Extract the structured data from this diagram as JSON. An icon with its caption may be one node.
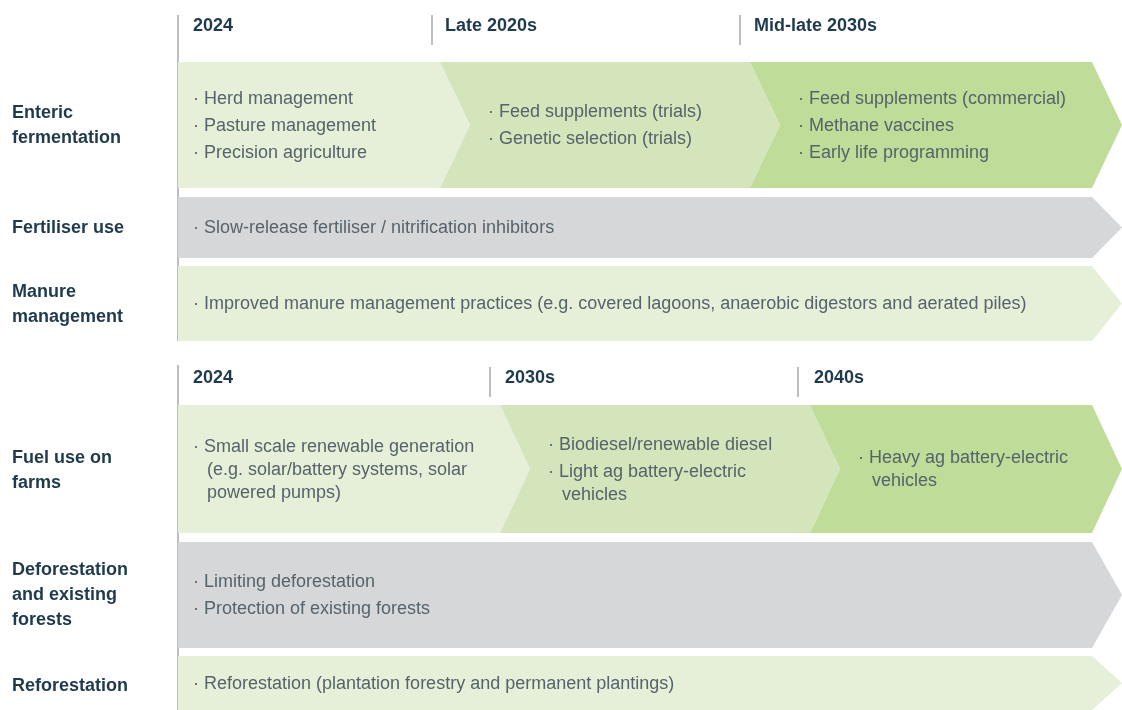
{
  "diagram": {
    "nodes": [
      {
        "text": [
          "· Herd management",
          "· Pasture management",
          "· Precision agriculture"
        ]
      },
      {
        "text": [
          "· Feed supplements (trials)",
          "· Genetic selection (trials)"
        ]
      },
      {
        "text": [
          "· Feed supplements (commercial)",
          "· Methane vaccines",
          "· Early life programming"
        ]
      },
      {
        "text": [
          "· Slow-release fertiliser / nitrification inhibitors"
        ]
      },
      {
        "text": [
          "· Improved manure management practices (e.g. covered lagoons, anaerobic digestors and aerated piles)"
        ]
      },
      {
        "text": [
          "· Small scale renewable generation (e.g. solar/battery systems, solar powered pumps)"
        ]
      },
      {
        "text": [
          "· Biodiesel/renewable diesel",
          "· Light ag battery-electric vehicles"
        ]
      },
      {
        "text": [
          "· Heavy ag battery-electric vehicles"
        ]
      },
      {
        "text": [
          "· Limiting deforestation",
          "· Protection of existing forests"
        ]
      },
      {
        "text": [
          "· Reforestation (plantation forestry and permanent plantings)"
        ]
      }
    ],
    "labels": [
      "2024",
      "Late 2020s",
      "Mid-late 2030s",
      "Enteric fermentation",
      "Fertiliser use",
      "Manure management",
      "2024",
      "2030s",
      "2040s",
      "Fuel use on farms",
      "Deforestation and existing forests",
      "Reforestation"
    ]
  }
}
